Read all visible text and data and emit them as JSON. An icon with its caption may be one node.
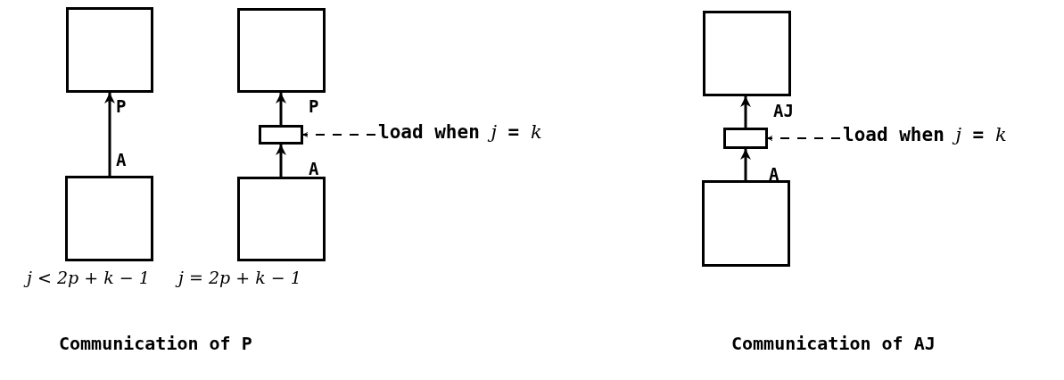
{
  "diagram": {
    "nodes": [
      {
        "text": [],
        "shape": "box"
      },
      {
        "text": [],
        "shape": "box"
      },
      {
        "text": [],
        "shape": "box"
      },
      {
        "text": [],
        "shape": "box"
      },
      {
        "text": [],
        "shape": "box"
      },
      {
        "text": [
          "load when *j* = *k*"
        ]
      },
      {
        "text": [],
        "shape": "box"
      },
      {
        "text": [],
        "shape": "box"
      },
      {
        "text": [],
        "shape": "box"
      },
      {
        "text": [
          "load when *j* = *k*"
        ]
      }
    ],
    "edges": [
      {
        "from": 1,
        "to": 0,
        "arrow": "to"
      },
      {
        "from": 4,
        "to": 3,
        "arrow": "to"
      },
      {
        "from": 3,
        "to": 2,
        "arrow": "to"
      },
      {
        "from": 5,
        "to": 3,
        "arrow": "to",
        "style": "dashed"
      },
      {
        "from": 8,
        "to": 7,
        "arrow": "to"
      },
      {
        "from": 7,
        "to": 6,
        "arrow": "to"
      },
      {
        "from": 9,
        "to": 7,
        "arrow": "to",
        "style": "dashed"
      }
    ],
    "labels": [
      "P",
      "P",
      "AJ",
      "A",
      "A",
      "A",
      "j < 2p + k − 1",
      "j = 2p + k − 1",
      "Communication of P",
      "Communication of AJ"
    ]
  }
}
